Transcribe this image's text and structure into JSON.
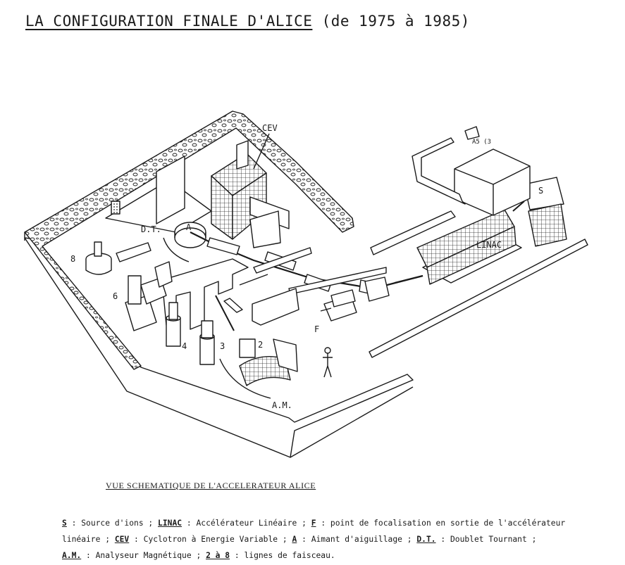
{
  "title": {
    "main": "LA CONFIGURATION FINALE D'ALICE",
    "period": "(de 1975 à 1985)"
  },
  "labels": {
    "cev": "CEV",
    "a": "A",
    "dt": "D.T.",
    "s": "S",
    "linac": "LINAC",
    "f": "F",
    "am": "A.M.",
    "line2": "2",
    "line3": "3",
    "line4": "4",
    "line6": "6",
    "line8": "8",
    "top_right_box": "A5 (3"
  },
  "caption": "VUE SCHEMATIQUE DE L'ACCELERATEUR ALICE",
  "legend": {
    "line1": {
      "s_key": "S",
      "s_text": " : Source d'ions ; ",
      "linac_key": "LINAC",
      "linac_text": " : Accélérateur Linéaire ; ",
      "f_key": "F",
      "f_text": " : point de focalisation en sortie de l'accélérateur"
    },
    "line2": {
      "pre": "linéaire ; ",
      "cev_key": "CEV",
      "cev_text": " : Cyclotron à Energie Variable ; ",
      "a_key": "A",
      "a_text": " : Aimant d'aiguillage ; ",
      "dt_key": "D.T.",
      "dt_text": " : Doublet Tournant ;"
    },
    "line3": {
      "am_key": "A.M.",
      "am_text": " : Analyseur Magnétique ; ",
      "lines_key": "2 à 8",
      "lines_text": " : lignes de faisceau."
    }
  }
}
